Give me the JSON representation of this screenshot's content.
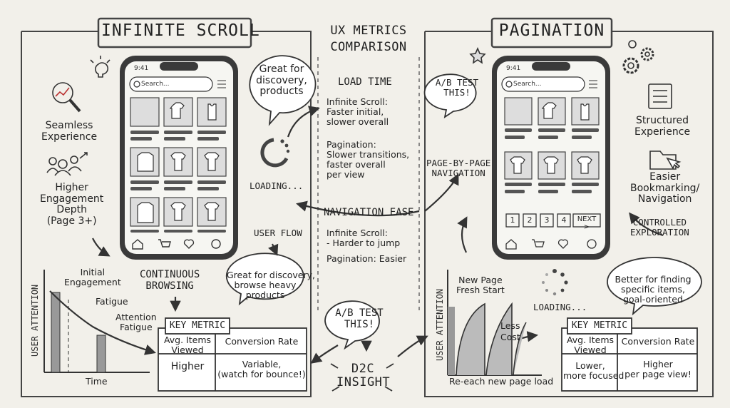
{
  "center": {
    "title_line1": "UX METRICS",
    "title_line2": "COMPARISON"
  },
  "left": {
    "title": "INFINITE SCROLL",
    "seamless": "Seamless\nExperience",
    "engagement": "Higher\nEngagement\nDepth\n(Page 3+)",
    "bubble_products": "Great for\ndiscovery,\nproducts",
    "loading": "LOADING...",
    "continuous": "CONTINUOUS\nBROWSING",
    "user_flow": "USER FLOW",
    "bubble_discovery": "Great for discovery,\nbrowse heavy\nproducts",
    "phone": {
      "time": "9:41",
      "search": "Search..."
    },
    "chart": {
      "ylabel": "USER ATTENTION",
      "xlabel": "Time",
      "initial": "Initial\nEngagement",
      "fatigue": "Fatigue",
      "attention_fatigue": "Attention\nFatigue"
    },
    "key_metric": {
      "title": "KEY METRIC",
      "col1_head": "Avg. Items\nViewed",
      "col2_head": "Conversion Rate",
      "col1_val": "Higher",
      "col2_val": "Variable,\n(watch for bounce!)"
    }
  },
  "middle": {
    "load_time_head": "LOAD TIME",
    "load_time_infinite": "Infinite Scroll:\nFaster initial,\nslower overall",
    "load_time_pagination": "Pagination:\nSlower transitions,\nfaster overall\nper view",
    "nav_ease_head": "NAVIGATION EASE",
    "nav_infinite": "Infinite Scroll:\n- Harder to jump",
    "nav_pagination": "Pagination: Easier",
    "ab_bubble": "A/B TEST\nTHIS!",
    "d2c": "D2C\nINSIGHT"
  },
  "right": {
    "title": "PAGINATION",
    "ab_test": "A/B TEST\nTHIS!",
    "page_nav": "PAGE-BY-PAGE\nNAVIGATION",
    "structured": "Structured\nExperience",
    "bookmarking": "Easier\nBookmarking/\nNavigation",
    "controlled": "CONTROLLED\nEXPLORATION",
    "bubble_specific": "Better for finding\nspecific items,\ngoal-oriented",
    "loading": "LOADING...",
    "phone": {
      "time": "9:41",
      "search": "Search...",
      "pages": [
        "1",
        "2",
        "3",
        "4"
      ],
      "next": "NEXT >"
    },
    "chart": {
      "ylabel": "USER ATTENTION",
      "new_page": "New Page\nFresh Start",
      "less": "Less",
      "cost": "Cost",
      "xlabel": "Re-each new page load"
    },
    "key_metric": {
      "title": "KEY METRIC",
      "col1_head": "Avg. Items\nViewed",
      "col2_head": "Conversion Rate",
      "col1_val": "Lower,\nmore focused",
      "col2_val": "Higher\nper page view!"
    }
  }
}
